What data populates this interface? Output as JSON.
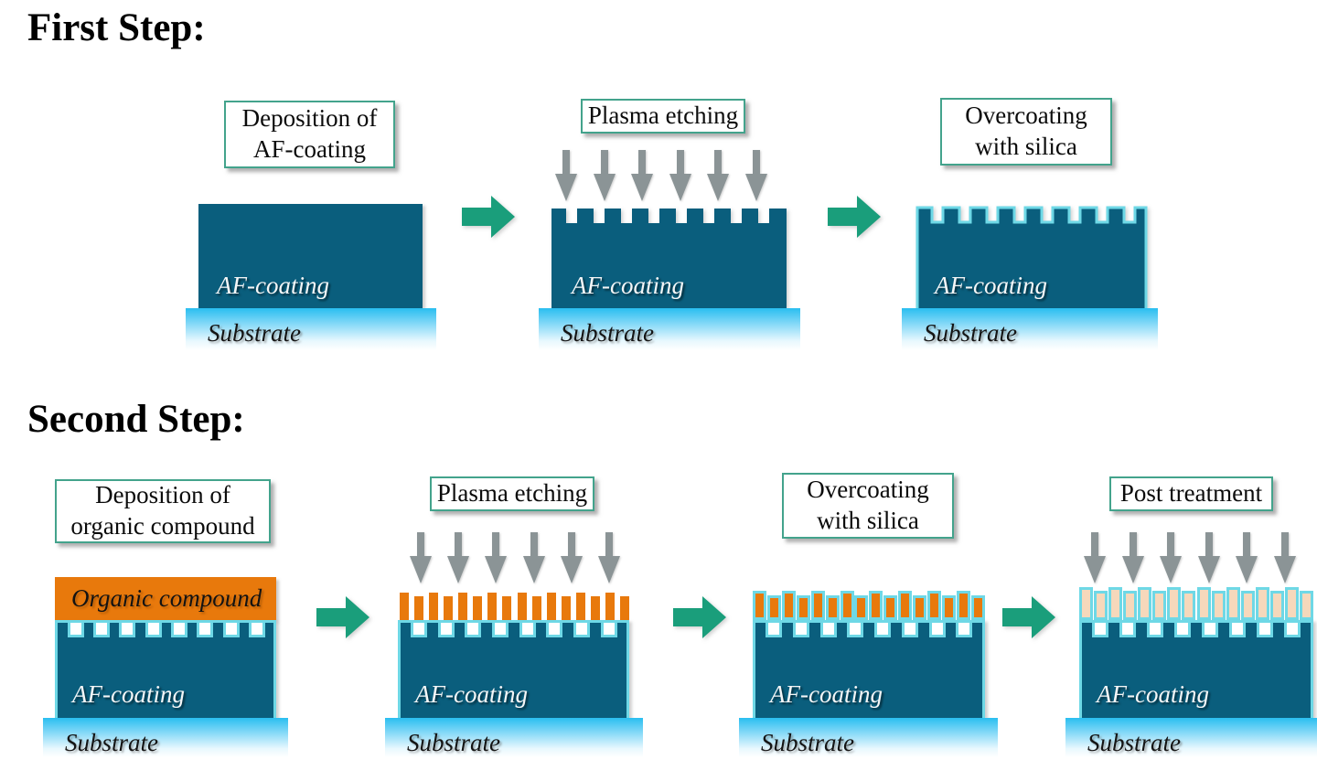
{
  "step1": {
    "heading": "First Step:",
    "panels": [
      {
        "label": "Deposition of\nAF-coating",
        "layer": "AF-coating",
        "substrate": "Substrate"
      },
      {
        "label": "Plasma etching",
        "layer": "AF-coating",
        "substrate": "Substrate"
      },
      {
        "label": "Overcoating\nwith silica",
        "layer": "AF-coating",
        "substrate": "Substrate"
      }
    ]
  },
  "step2": {
    "heading": "Second Step:",
    "panels": [
      {
        "label": "Deposition of\norganic compound",
        "top_layer": "Organic compound",
        "layer": "AF-coating",
        "substrate": "Substrate"
      },
      {
        "label": "Plasma etching",
        "layer": "AF-coating",
        "substrate": "Substrate"
      },
      {
        "label": "Overcoating\nwith silica",
        "layer": "AF-coating",
        "substrate": "Substrate"
      },
      {
        "label": "Post treatment",
        "layer": "AF-coating",
        "substrate": "Substrate"
      }
    ]
  },
  "colors": {
    "af_coating": "#0a5e7d",
    "silica_outline": "#6ed8e6",
    "organic_compound": "#e8790c",
    "post_treated_pillars": "#f6d8bb",
    "substrate_top": "#29bef0",
    "process_arrow_green": "#1a9e7b",
    "plasma_arrow_gray": "#8b9496",
    "label_box_border": "#43a38c"
  }
}
